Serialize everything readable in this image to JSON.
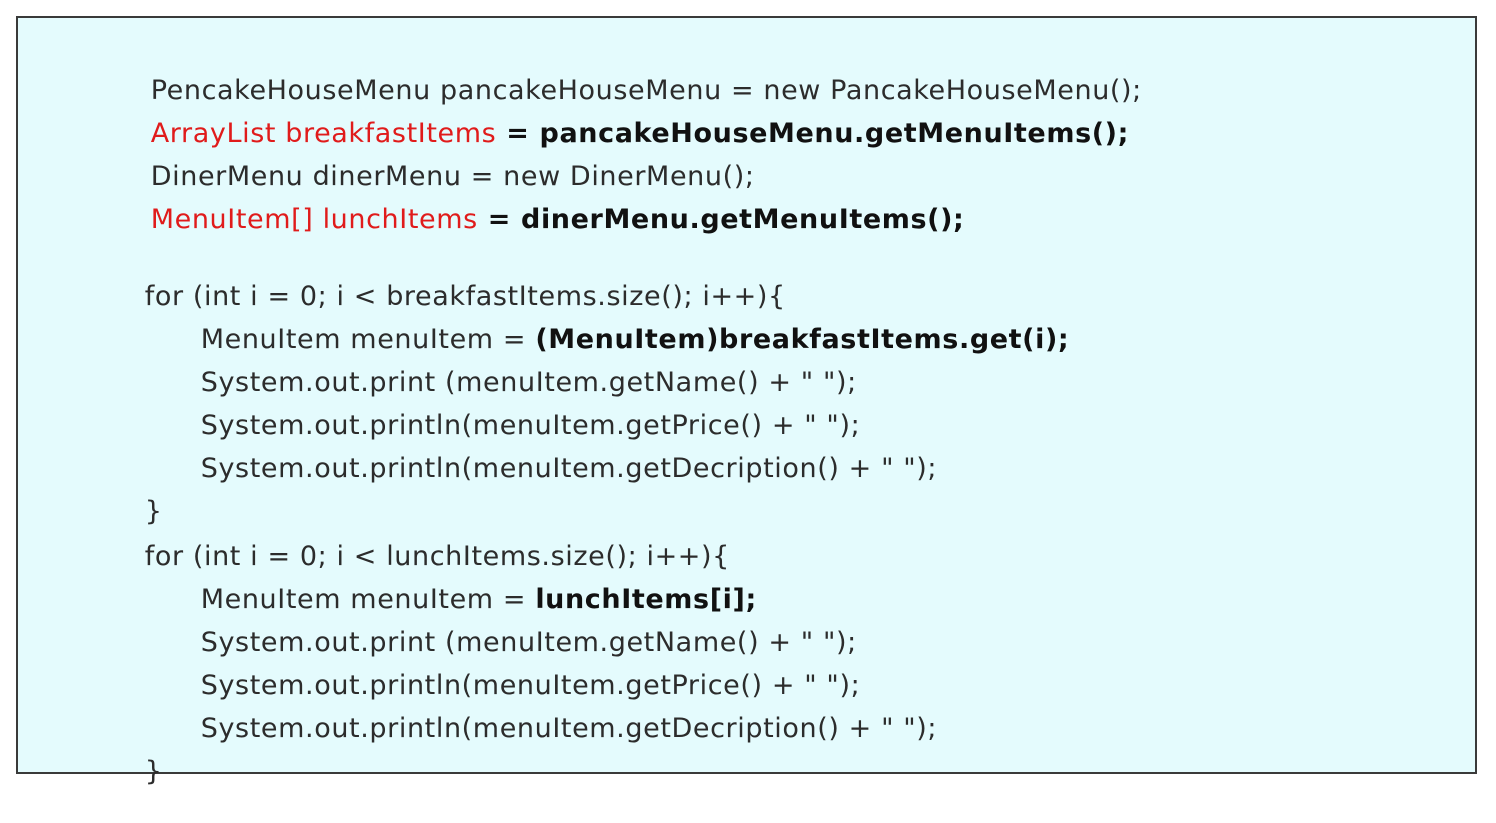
{
  "colors": {
    "background": "#e4fbfd",
    "border": "#3a3a3a",
    "text": "#2c2c2c",
    "highlight_red": "#e01b1b",
    "bold_text": "#111111"
  },
  "lines": [
    {
      "segments": [
        {
          "text": "PencakeHouseMenu pancakeHouseMenu = new PancakeHouseMenu();",
          "style": "normal"
        }
      ]
    },
    {
      "segments": [
        {
          "text": "ArrayList breakfastItems",
          "style": "red"
        },
        {
          "text": " = pancakeHouseMenu.getMenuItems();",
          "style": "bold"
        }
      ]
    },
    {
      "segments": [
        {
          "text": "DinerMenu dinerMenu = new DinerMenu();",
          "style": "normal"
        }
      ]
    },
    {
      "segments": [
        {
          "text": "MenuItem[] lunchItems",
          "style": "red"
        },
        {
          "text": " = dinerMenu.getMenuItems();",
          "style": "bold"
        }
      ]
    },
    {
      "segments": [
        {
          "text": "for (int i = 0; i < breakfastItems.size(); i++){",
          "style": "normal"
        }
      ]
    },
    {
      "segments": [
        {
          "text": "MenuItem menuItem = ",
          "style": "normal"
        },
        {
          "text": "(MenuItem)breakfastItems.get(i);",
          "style": "bold"
        }
      ]
    },
    {
      "segments": [
        {
          "text": "System.out.print (menuItem.getName() + \" \");",
          "style": "normal"
        }
      ]
    },
    {
      "segments": [
        {
          "text": "System.out.println(menuItem.getPrice() + \" \");",
          "style": "normal"
        }
      ]
    },
    {
      "segments": [
        {
          "text": "System.out.println(menuItem.getDecription() + \" \");",
          "style": "normal"
        }
      ]
    },
    {
      "segments": [
        {
          "text": "}",
          "style": "normal"
        }
      ]
    },
    {
      "segments": [
        {
          "text": "for (int i = 0; i < lunchItems.size(); i++){",
          "style": "normal"
        }
      ]
    },
    {
      "segments": [
        {
          "text": "MenuItem menuItem = ",
          "style": "normal"
        },
        {
          "text": "lunchItems[i];",
          "style": "bold"
        }
      ]
    },
    {
      "segments": [
        {
          "text": "System.out.print (menuItem.getName() + \" \");",
          "style": "normal"
        }
      ]
    },
    {
      "segments": [
        {
          "text": "System.out.println(menuItem.getPrice() + \" \");",
          "style": "normal"
        }
      ]
    },
    {
      "segments": [
        {
          "text": "System.out.println(menuItem.getDecription() + \" \");",
          "style": "normal"
        }
      ]
    },
    {
      "segments": [
        {
          "text": "}",
          "style": "normal"
        }
      ]
    }
  ]
}
